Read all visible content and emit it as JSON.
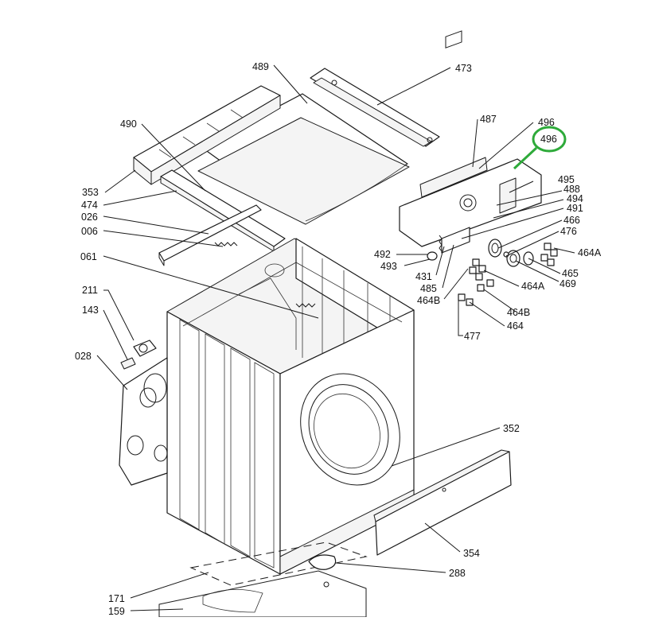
{
  "diagram": {
    "labels": {
      "l489": "489",
      "l473": "473",
      "l490": "490",
      "l487": "487",
      "l496a": "496",
      "l496b": "496",
      "l495": "495",
      "l488": "488",
      "l494": "494",
      "l491": "491",
      "l466": "466",
      "l476": "476",
      "l464A_1": "464A",
      "l465": "465",
      "l469": "469",
      "l464A_2": "464A",
      "l464B_1": "464B",
      "l464": "464",
      "l477": "477",
      "l492": "492",
      "l493": "493",
      "l431": "431",
      "l485": "485",
      "l464B_2": "464B",
      "l353": "353",
      "l474": "474",
      "l026": "026",
      "l006": "006",
      "l061": "061",
      "l211": "211",
      "l143": "143",
      "l028": "028",
      "l352": "352",
      "l354": "354",
      "l288": "288",
      "l171": "171",
      "l159": "159"
    },
    "highlight_color": "#2eaa3a"
  }
}
